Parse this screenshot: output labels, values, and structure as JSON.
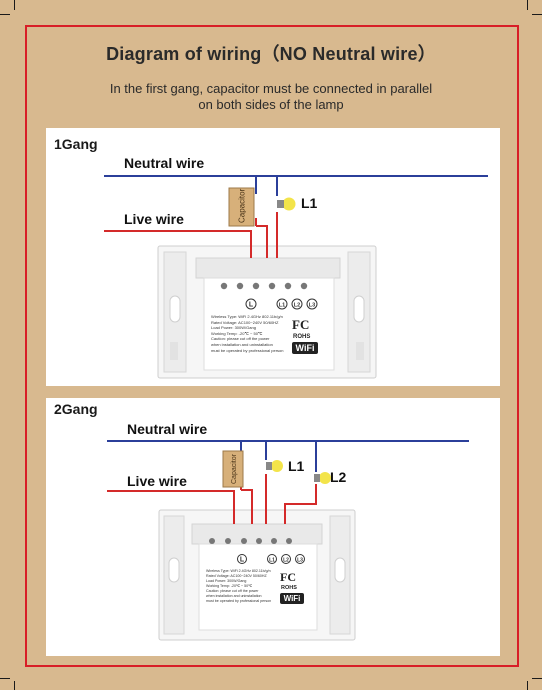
{
  "title": "Diagram of wiring（NO Neutral wire）",
  "subtitle": {
    "line1": "In the first gang, capacitor must be connected in parallel",
    "line2": "on both sides of the lamp"
  },
  "gang1": {
    "label": "1Gang",
    "neutral": "Neutral wire",
    "live": "Live wire",
    "capacitor": "Capacitor",
    "lamp1": "L1",
    "terminals": [
      "L",
      "L1",
      "L2",
      "L3"
    ],
    "fc_mark": "FC",
    "rohs": "ROHS",
    "wifi": "WiFi",
    "specs": [
      "Wireless Type: WiFi 2.4GHz 802.11b/g/n",
      "Rated Voltage: AC100~240V 50/60HZ",
      "Load Power: 300W/Gang",
      "Working Temp: -20℃ ~ 50℃",
      "Caution: please cut off the power",
      "when installation and uninstallation",
      "must be operated by professional person"
    ]
  },
  "gang2": {
    "label": "2Gang",
    "neutral": "Neutral wire",
    "live": "Live wire",
    "capacitor": "Capacitor",
    "lamp1": "L1",
    "lamp2": "L2",
    "terminals": [
      "L",
      "L1",
      "L2",
      "L3"
    ],
    "fc_mark": "FC",
    "rohs": "ROHS",
    "wifi": "WiFi",
    "specs": [
      "Wireless Type: WiFi 2.4GHz 802.11b/g/n",
      "Rated Voltage: AC100~240V 50/60HZ",
      "Load Power: 300W/Gang",
      "Working Temp: -20℃ ~ 50℃",
      "Caution: please cut off the power",
      "when installation and uninstallation",
      "must be operated by professional person"
    ]
  },
  "colors": {
    "background": "#d8b98f",
    "border": "#d81e27",
    "neutral_wire": "#2b3f9a",
    "live_wire": "#d42a2a",
    "capacitor": "#d7b07a",
    "lamp": "#f3e44a"
  }
}
